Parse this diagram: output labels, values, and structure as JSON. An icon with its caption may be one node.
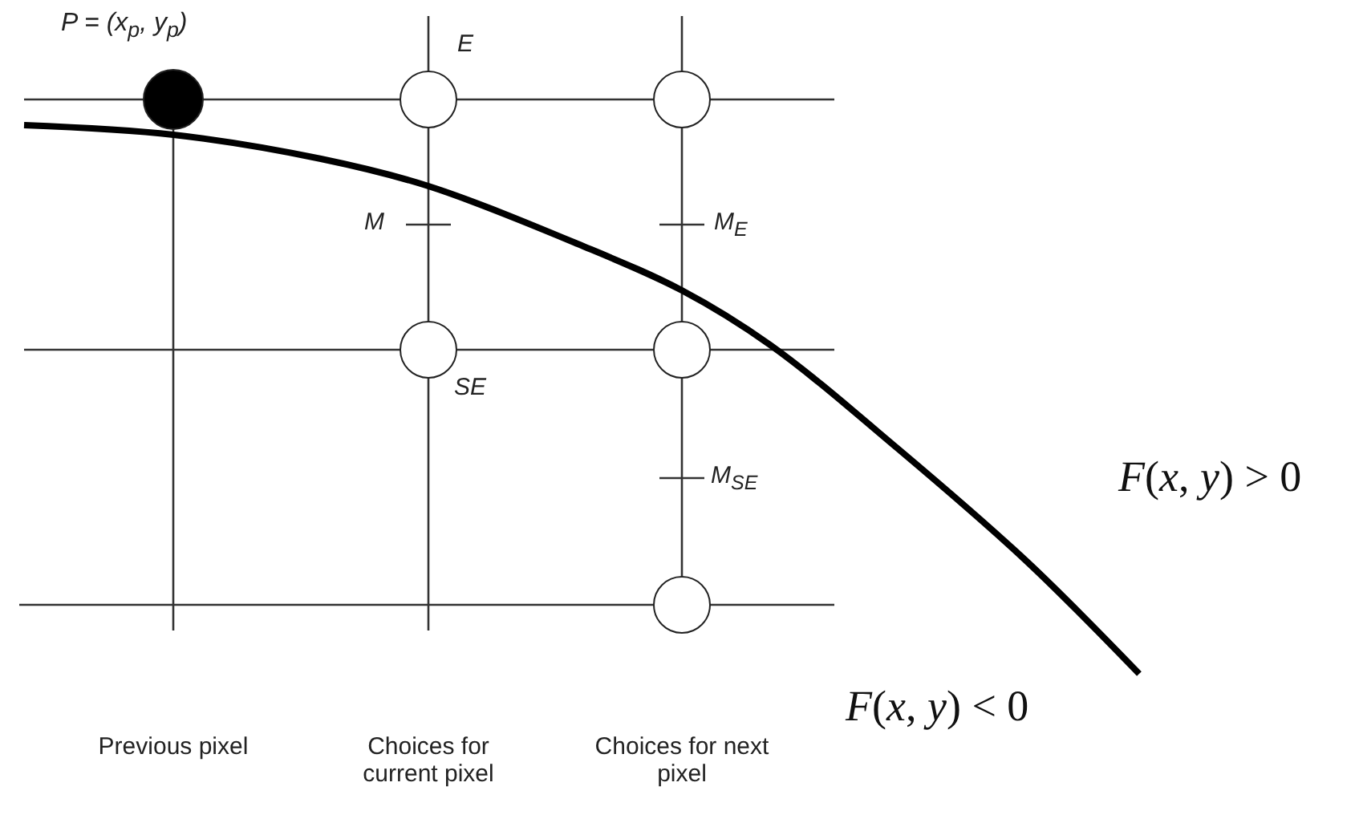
{
  "diagram": {
    "nodes": [
      {
        "text": [],
        "shape": "circle",
        "beside": [
          "P = (x$_{p}$, y$_{p}$)"
        ]
      },
      {
        "text": [],
        "shape": "circle",
        "beside": [
          "E"
        ]
      },
      {
        "text": [],
        "shape": "circle"
      },
      {
        "text": [],
        "shape": "circle",
        "beside": [
          "SE"
        ]
      },
      {
        "text": [],
        "shape": "circle"
      },
      {
        "text": [],
        "shape": "circle"
      }
    ],
    "labels": [
      "M",
      "M$_{E}$",
      "M$_{SE}$",
      "*F*(*x*, *y*) > 0",
      "*F*(*x*, *y*) < 0",
      "Previous pixel",
      "Choices for current pixel",
      "Choices for next pixel"
    ]
  }
}
